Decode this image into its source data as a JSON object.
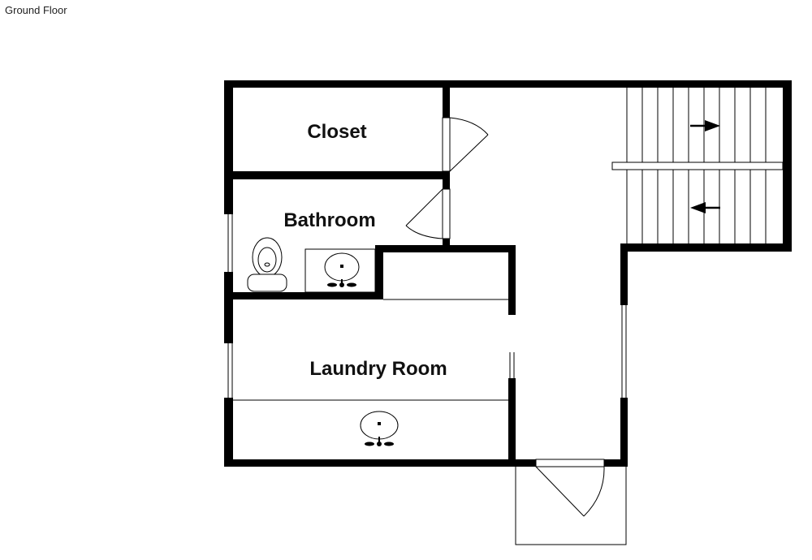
{
  "header": {
    "floor_title": "Ground Floor"
  },
  "rooms": {
    "closet": "Closet",
    "bathroom": "Bathroom",
    "laundry": "Laundry Room"
  },
  "colors": {
    "wall": "#000000",
    "background": "#ffffff"
  },
  "icons": [
    "toilet-icon",
    "sink-icon",
    "sink-icon",
    "stair-arrow-right-icon",
    "stair-arrow-left-icon",
    "door-swing-icon"
  ]
}
